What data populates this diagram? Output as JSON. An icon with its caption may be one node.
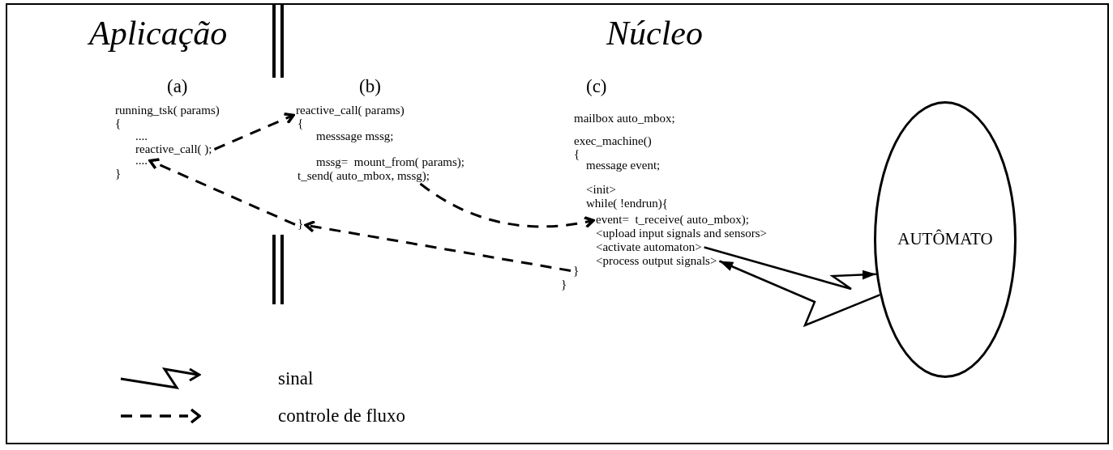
{
  "diagram": {
    "nodes": [
      {
        "text": [
          "reactive_call( );"
        ]
      },
      {
        "text": [
          "...."
        ]
      },
      {
        "text": [
          "reactive_call( params)"
        ]
      },
      {
        "text": [
          "t_send( auto_mbox, mssg);"
        ]
      },
      {
        "text": [
          "}"
        ]
      },
      {
        "text": [
          "event=  t_receive( auto_mbox);"
        ]
      },
      {
        "text": [
          "<activate automaton>"
        ]
      },
      {
        "text": [
          "<process output signals>"
        ]
      },
      {
        "text": [
          "}"
        ]
      },
      {
        "text": [
          "AUTÔMATO"
        ]
      }
    ],
    "edges": [
      {
        "from": 0,
        "to": 2,
        "arrow": "to",
        "style": "dashed"
      },
      {
        "from": 4,
        "to": 1,
        "arrow": "to",
        "style": "dashed"
      },
      {
        "from": 3,
        "to": 5,
        "arrow": "to",
        "style": "dashed"
      },
      {
        "from": 8,
        "to": 4,
        "arrow": "to",
        "style": "dashed"
      },
      {
        "from": 6,
        "to": 9,
        "arrow": "to"
      },
      {
        "from": 9,
        "to": 7,
        "arrow": "to"
      }
    ],
    "labels": [
      "Aplicação",
      "Núcleo",
      "(a)",
      "(b)",
      "(c)",
      "running_tsk( params)",
      "{",
      "....",
      "}",
      "{",
      "messsage mssg;",
      "mssg=  mount_from( params);",
      "mailbox auto_mbox;",
      "exec_machine()",
      "{",
      "message event;",
      "<init>",
      "while( !endrun){",
      "<upload input signals and sensors>",
      "}"
    ],
    "legend": [
      {
        "text": "sinal"
      },
      {
        "text": "controle de fluxo"
      }
    ]
  }
}
